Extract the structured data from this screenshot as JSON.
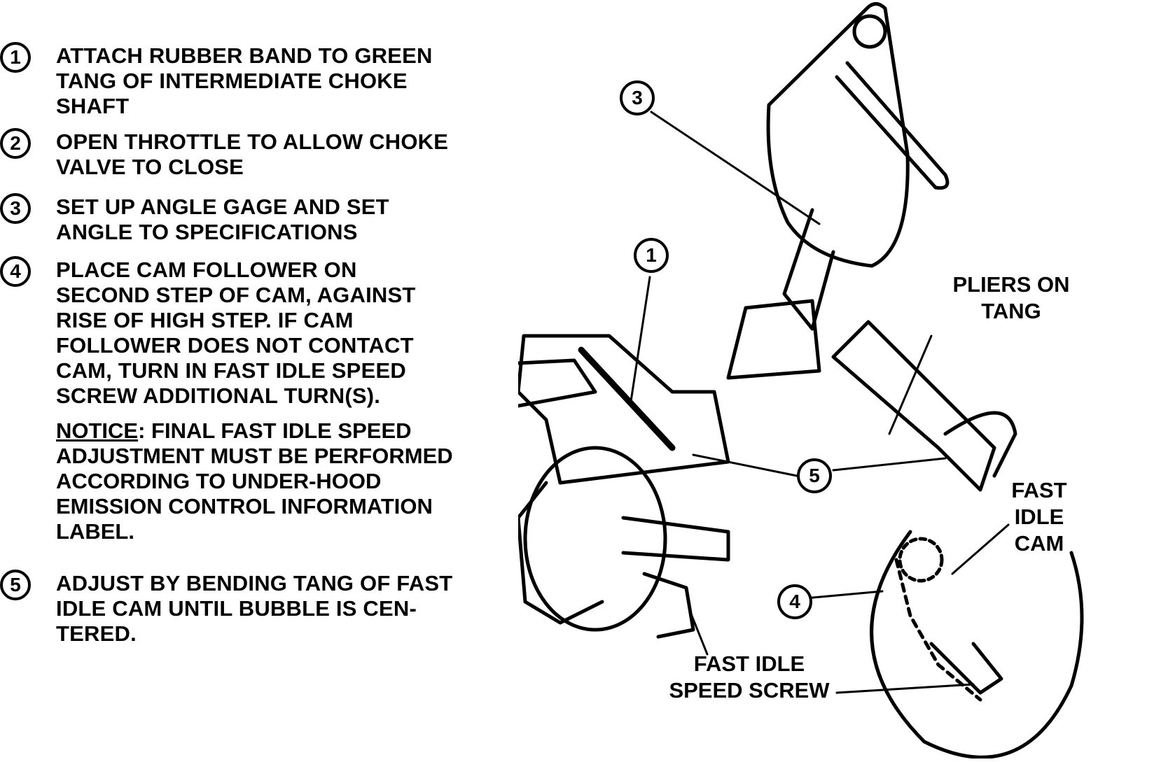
{
  "steps": [
    {
      "num": "1",
      "text": "ATTACH RUBBER BAND TO GREEN\nTANG OF INTERMEDIATE CHOKE\nSHAFT"
    },
    {
      "num": "2",
      "text": "OPEN THROTTLE TO ALLOW CHOKE\nVALVE TO CLOSE"
    },
    {
      "num": "3",
      "text": "SET UP ANGLE GAGE AND SET\nANGLE TO SPECIFICATIONS"
    },
    {
      "num": "4",
      "text": "PLACE CAM FOLLOWER ON\nSECOND STEP OF CAM, AGAINST\nRISE OF HIGH STEP. IF CAM\nFOLLOWER DOES NOT CONTACT\nCAM, TURN IN FAST IDLE SPEED\nSCREW ADDITIONAL TURN(S)."
    },
    {
      "num": "5",
      "text": "ADJUST BY BENDING TANG OF FAST\nIDLE CAM UNTIL BUBBLE IS CEN-\nTERED."
    }
  ],
  "notice": {
    "keyword": "NOTICE",
    "text": ": FINAL FAST IDLE SPEED\nADJUSTMENT MUST BE PERFORMED\nACCORDING TO UNDER-HOOD\nEMISSION CONTROL INFORMATION\nLABEL."
  },
  "diagram": {
    "callouts": [
      "3",
      "1",
      "5",
      "4"
    ],
    "labels": {
      "pliers": "PLIERS ON\nTANG",
      "fast_idle_cam": "FAST\nIDLE\nCAM",
      "fast_idle_screw": "FAST IDLE\nSPEED SCREW"
    }
  }
}
